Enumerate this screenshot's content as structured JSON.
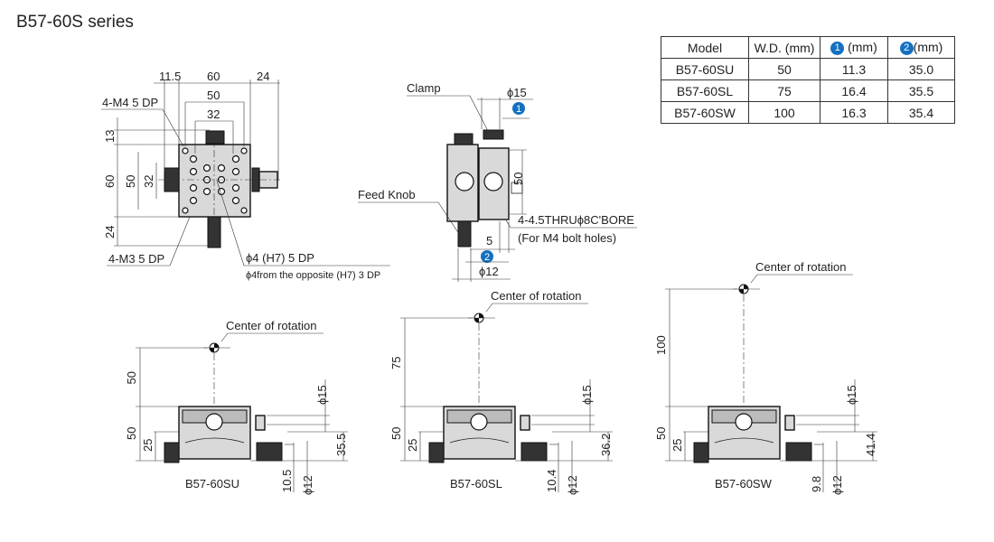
{
  "title": "B57-60S series",
  "table": {
    "headers": [
      "Model",
      "W.D. (mm)",
      "1",
      "(mm)",
      "2",
      "(mm)"
    ],
    "rows": [
      [
        "B57-60SU",
        "50",
        "11.3",
        "35.0"
      ],
      [
        "B57-60SL",
        "75",
        "16.4",
        "35.5"
      ],
      [
        "B57-60SW",
        "100",
        "16.3",
        "35.4"
      ]
    ]
  },
  "top_view": {
    "dim_11_5": "11.5",
    "dim_60_w": "60",
    "dim_24_r": "24",
    "dim_50_w": "50",
    "dim_32_w": "32",
    "dim_13": "13",
    "dim_60_h": "60",
    "dim_50_h": "50",
    "dim_32_h": "32",
    "dim_24_b": "24",
    "label_m4": "4-M4 5 DP",
    "label_m3": "4-M3 5 DP",
    "label_pin": "ϕ4 (H7)  5 DP",
    "label_pin_opposite": "ϕ4from the opposite (H7) 3 DP"
  },
  "side_view": {
    "clamp": "Clamp",
    "dim_phi15": "ϕ15",
    "badge1": "1",
    "dim_50sq": "50",
    "feed_knob": "Feed Knob",
    "bolt_label": "4-4.5THRUϕ8C'BORE",
    "bolt_note": "(For M4 bolt holes)",
    "dim_5": "5",
    "badge2": "2",
    "dim_phi12": "ϕ12"
  },
  "front_views": [
    {
      "model": "B57-60SU",
      "center": "Center of rotation",
      "wd": "50",
      "h50": "50",
      "h25": "25",
      "phi15": "ϕ15",
      "dim2": "35.5",
      "dim_low": "10.5",
      "phi12": "ϕ12"
    },
    {
      "model": "B57-60SL",
      "center": "Center of rotation",
      "wd": "75",
      "h50": "50",
      "h25": "25",
      "phi15": "ϕ15",
      "dim2": "36.2",
      "dim_low": "10.4",
      "phi12": "ϕ12"
    },
    {
      "model": "B57-60SW",
      "center": "Center of rotation",
      "wd": "100",
      "h50": "50",
      "h25": "25",
      "phi15": "ϕ15",
      "dim2": "41.4",
      "dim_low": "9.8",
      "phi12": "ϕ12"
    }
  ],
  "colors": {
    "badge": "#1470c0"
  }
}
